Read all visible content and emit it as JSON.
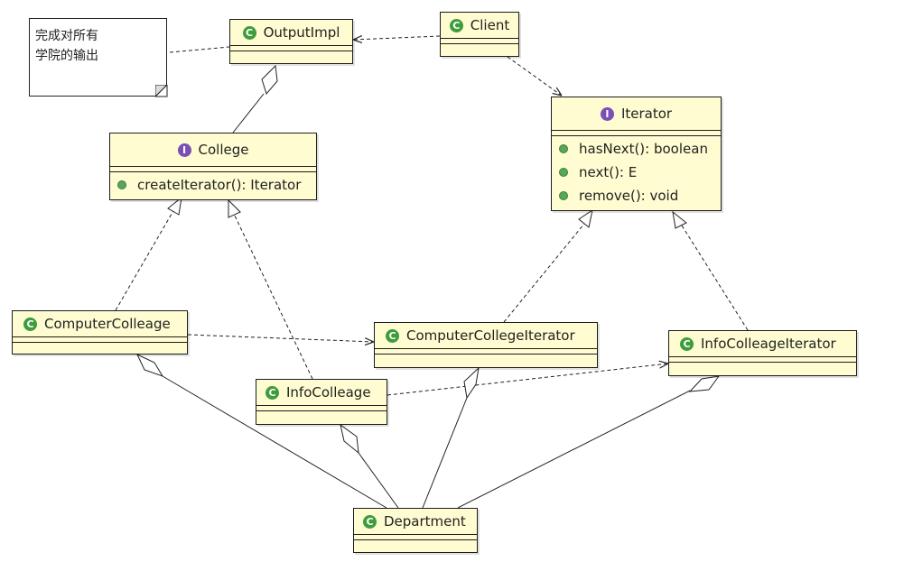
{
  "note": {
    "lines": [
      "完成对所有",
      "学院的输出"
    ]
  },
  "classes": {
    "output_impl": {
      "name": "OutputImpl",
      "kind": "C"
    },
    "client": {
      "name": "Client",
      "kind": "C"
    },
    "college": {
      "name": "College",
      "kind": "I",
      "ops": [
        "createIterator(): Iterator"
      ]
    },
    "iterator": {
      "name": "Iterator",
      "kind": "I",
      "ops": [
        "hasNext(): boolean",
        "next(): E",
        "remove(): void"
      ]
    },
    "computer_colleage": {
      "name": "ComputerColleage",
      "kind": "C"
    },
    "computer_college_iterator": {
      "name": "ComputerCollegeIterator",
      "kind": "C"
    },
    "info_colleage_iterator": {
      "name": "InfoColleageIterator",
      "kind": "C"
    },
    "info_colleage": {
      "name": "InfoColleage",
      "kind": "C"
    },
    "department": {
      "name": "Department",
      "kind": "C"
    }
  },
  "colors": {
    "class_fill": "#fefcd0",
    "class_badge": "#3d9d3d",
    "interface_badge": "#7a4fb6",
    "line": "#222222"
  }
}
